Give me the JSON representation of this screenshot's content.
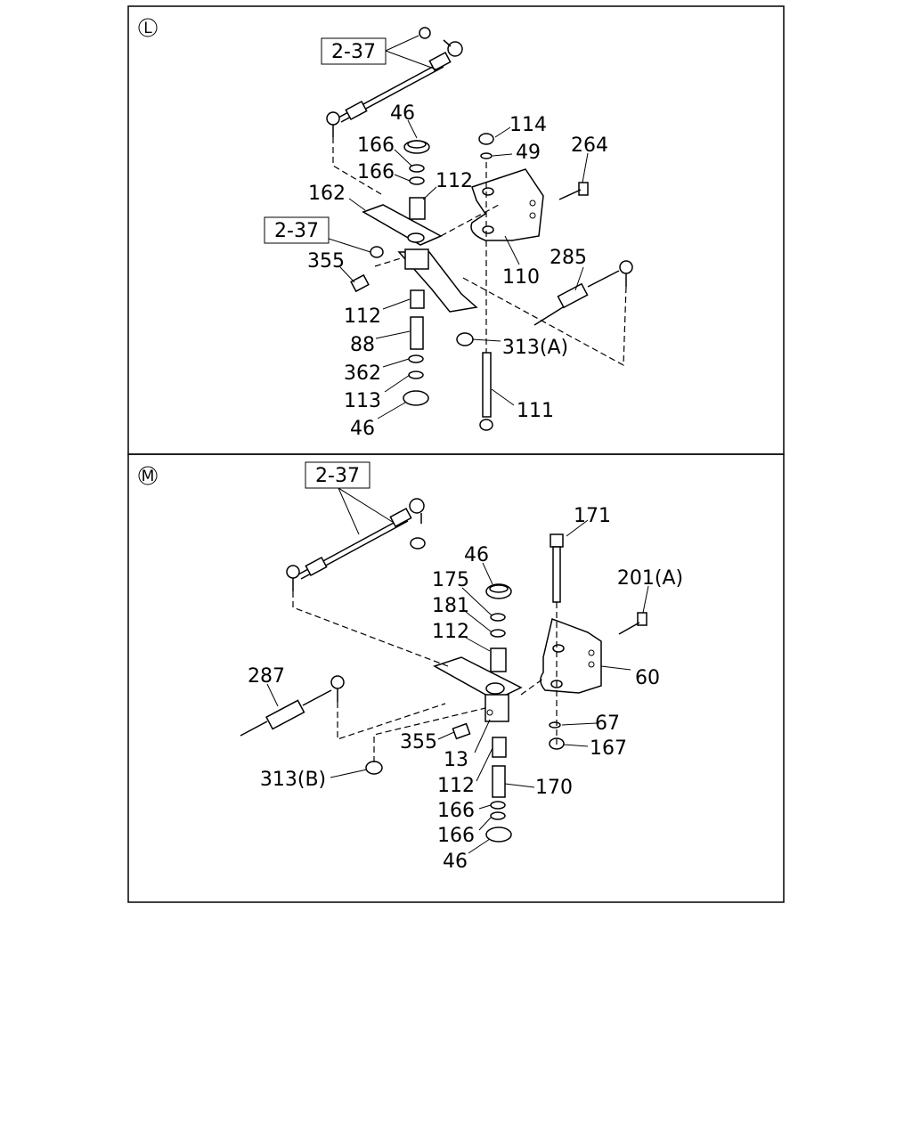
{
  "panels": [
    {
      "marker": "L",
      "refs": [
        "2-37",
        "2-37"
      ],
      "labels": [
        "46",
        "166",
        "166",
        "114",
        "49",
        "264",
        "162",
        "112",
        "355",
        "110",
        "285",
        "112",
        "88",
        "313(A)",
        "362",
        "113",
        "111",
        "46"
      ]
    },
    {
      "marker": "M",
      "refs": [
        "2-37"
      ],
      "labels": [
        "171",
        "46",
        "201(A)",
        "175",
        "181",
        "112",
        "287",
        "60",
        "67",
        "355",
        "13",
        "167",
        "313(B)",
        "112",
        "170",
        "166",
        "166",
        "46"
      ]
    }
  ]
}
